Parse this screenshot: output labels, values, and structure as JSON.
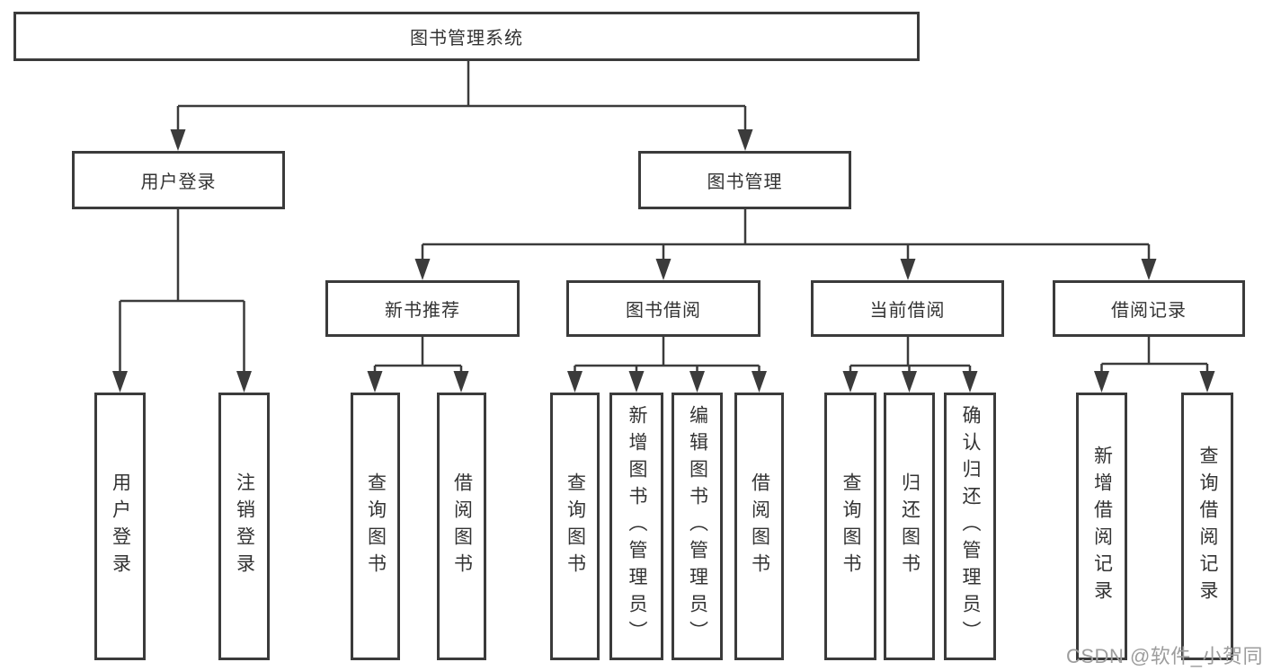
{
  "diagram": {
    "root": {
      "label": "图书管理系统"
    },
    "level2": [
      {
        "label": "用户登录"
      },
      {
        "label": "图书管理"
      }
    ],
    "level3": [
      {
        "label": "新书推荐"
      },
      {
        "label": "图书借阅"
      },
      {
        "label": "当前借阅"
      },
      {
        "label": "借阅记录"
      }
    ],
    "leaves": {
      "user_login": [
        "用户登录",
        "注销登录"
      ],
      "new_books": [
        "查询图书",
        "借阅图书"
      ],
      "book_borrow": [
        "查询图书",
        "新增图书（管理员）",
        "编辑图书（管理员）",
        "借阅图书"
      ],
      "current_borrow": [
        "查询图书",
        "归还图书",
        "确认归还（管理员）"
      ],
      "borrow_records": [
        "新增借阅记录",
        "查询借阅记录"
      ]
    }
  },
  "watermark": {
    "text": "CSDN @软件_小贺同学"
  },
  "colors": {
    "line": "#3b3b3b",
    "text": "#333333",
    "watermark": "#9d9d9d",
    "background": "#ffffff"
  }
}
